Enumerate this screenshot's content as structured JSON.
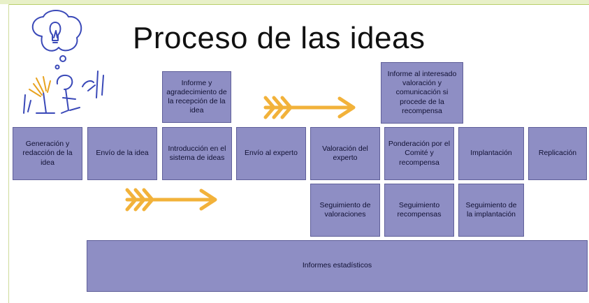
{
  "title": "Proceso de las ideas",
  "colors": {
    "box_fill": "#8e8ec4",
    "box_border": "#5f5f99",
    "arrow": "#f2b23a",
    "frame": "#b9cf6a",
    "doodle": "#3a49b8"
  },
  "icons": [
    "lightbulb-thought-sketch-icon",
    "orange-arrow-icon"
  ],
  "top_boxes": {
    "informe": "Informe y agradecimiento de la recepción de la idea",
    "interesado": "Informe al interesado valoración y comunicación si procede de la recompensa"
  },
  "main_steps": [
    "Generación y redacción de la idea",
    "Envío de la idea",
    "Introducción en el sistema de ideas",
    "Envío al experto",
    "Valoración del experto",
    "Ponderación por el Comité y recompensa",
    "Implantación",
    "Replicación"
  ],
  "followups": [
    "Seguimiento de valoraciones",
    "Seguimiento recompensas",
    "Seguimiento de la implantación"
  ],
  "bottom_bar": "Informes estadísticos"
}
